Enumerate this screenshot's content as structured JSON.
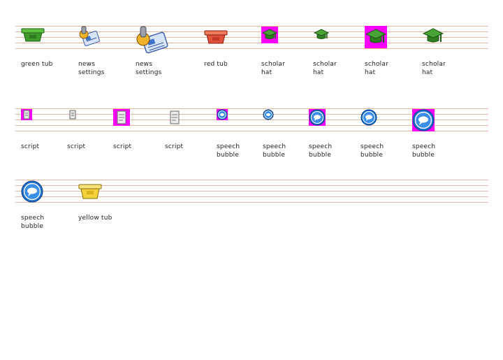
{
  "colors": {
    "guide_line": "#e8b49a",
    "magenta_bg": "#ff00ff",
    "green": "#3f9a2c",
    "red": "#e0523a",
    "yellow": "#f2d23a",
    "blue": "#1b6fd0"
  },
  "rows": [
    {
      "items": [
        {
          "icon": "green-tub-icon",
          "label": "green tub"
        },
        {
          "icon": "news-settings-icon-small",
          "label": "news\nsettings"
        },
        {
          "icon": "news-settings-icon-large",
          "label": "news\nsettings"
        },
        {
          "icon": "red-tub-icon",
          "label": "red tub"
        },
        {
          "icon": "scholar-hat-icon-small-magenta",
          "label": "scholar\nhat"
        },
        {
          "icon": "scholar-hat-icon-small",
          "label": "scholar\nhat"
        },
        {
          "icon": "scholar-hat-icon-large-magenta",
          "label": "scholar\nhat"
        },
        {
          "icon": "scholar-hat-icon-large",
          "label": "scholar\nhat"
        }
      ]
    },
    {
      "items": [
        {
          "icon": "script-icon-small-magenta",
          "label": "script"
        },
        {
          "icon": "script-icon-small",
          "label": "script"
        },
        {
          "icon": "script-icon-large-magenta",
          "label": "script"
        },
        {
          "icon": "script-icon-large",
          "label": "script"
        },
        {
          "icon": "speech-bubble-icon-16-magenta",
          "label": "speech\nbubble"
        },
        {
          "icon": "speech-bubble-icon-16",
          "label": "speech\nbubble"
        },
        {
          "icon": "speech-bubble-icon-24-magenta",
          "label": "speech\nbubble"
        },
        {
          "icon": "speech-bubble-icon-24",
          "label": "speech\nbubble"
        },
        {
          "icon": "speech-bubble-icon-32-magenta",
          "label": "speech\nbubble"
        }
      ]
    },
    {
      "items": [
        {
          "icon": "speech-bubble-icon-32",
          "label": "speech\nbubble"
        },
        {
          "icon": "yellow-tub-icon",
          "label": "yellow tub"
        }
      ]
    }
  ]
}
